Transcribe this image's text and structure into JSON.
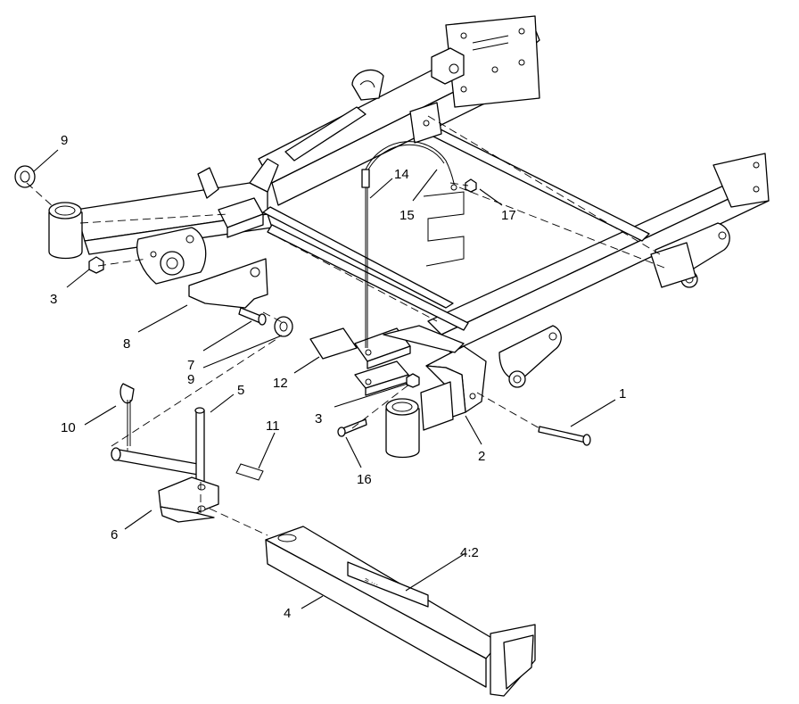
{
  "callouts": [
    {
      "id": "c9a",
      "label": "9"
    },
    {
      "id": "c3a",
      "label": "3"
    },
    {
      "id": "c8",
      "label": "8"
    },
    {
      "id": "c7",
      "label": "7"
    },
    {
      "id": "c9b",
      "label": "9"
    },
    {
      "id": "c14",
      "label": "14"
    },
    {
      "id": "c15",
      "label": "15"
    },
    {
      "id": "c17",
      "label": "17"
    },
    {
      "id": "c12",
      "label": "12"
    },
    {
      "id": "c3b",
      "label": "3"
    },
    {
      "id": "c16",
      "label": "16"
    },
    {
      "id": "c2",
      "label": "2"
    },
    {
      "id": "c1",
      "label": "1"
    },
    {
      "id": "c10",
      "label": "10"
    },
    {
      "id": "c5",
      "label": "5"
    },
    {
      "id": "c11",
      "label": "11"
    },
    {
      "id": "c6",
      "label": "6"
    },
    {
      "id": "c4",
      "label": "4"
    },
    {
      "id": "c42",
      "label": "4:2"
    }
  ]
}
